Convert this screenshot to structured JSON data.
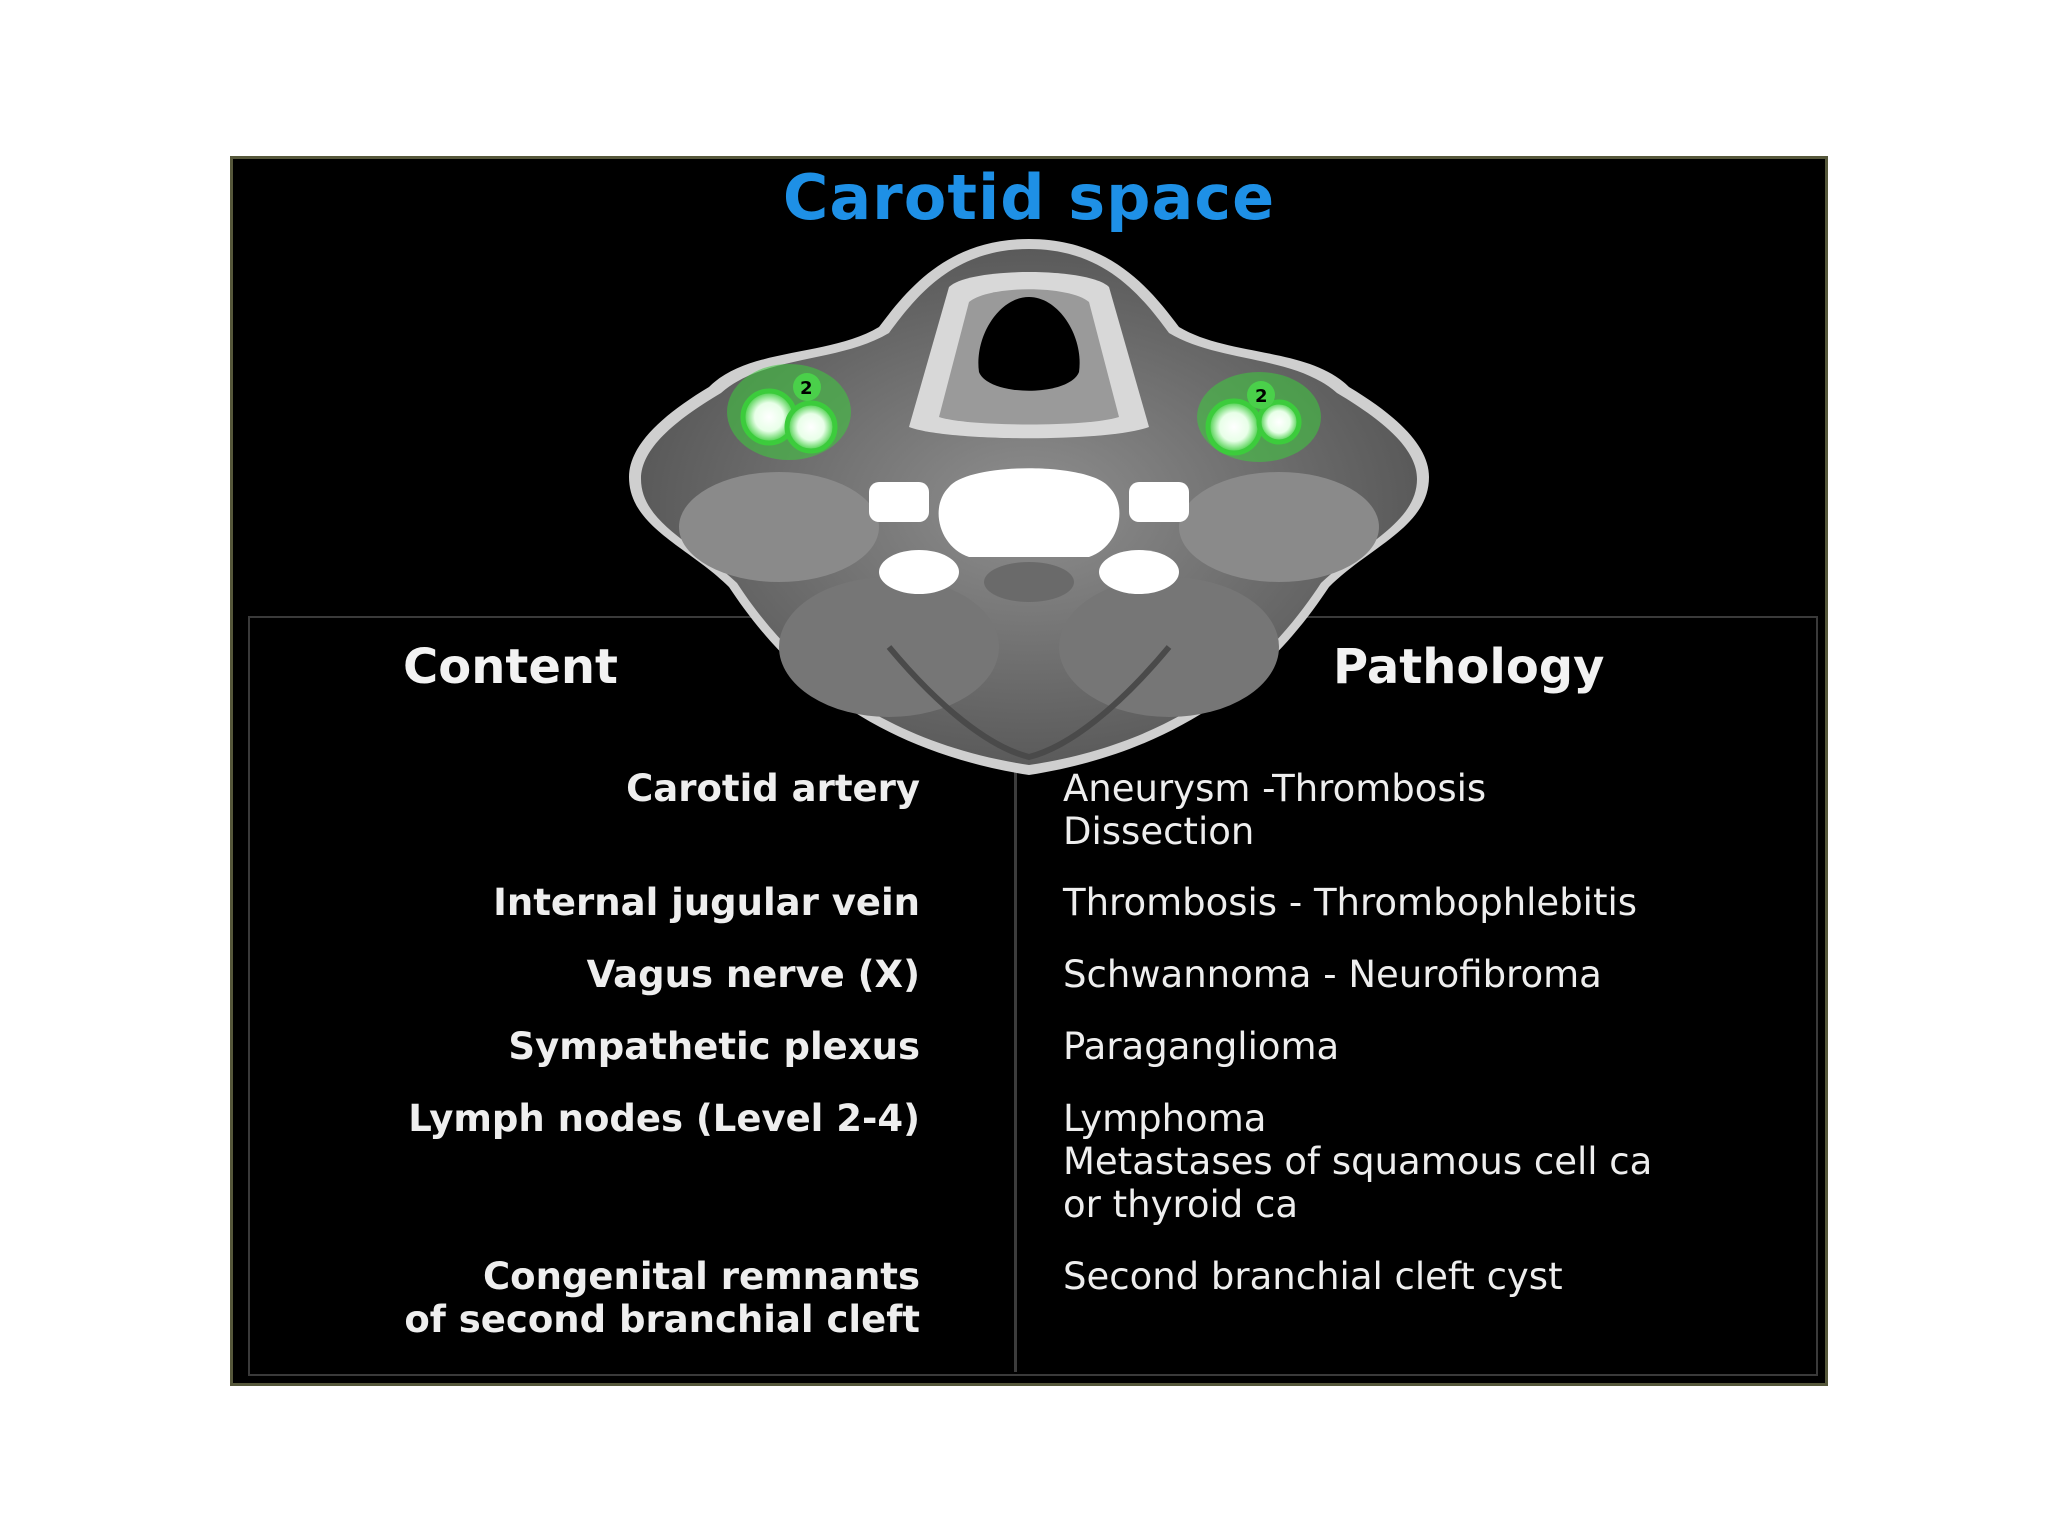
{
  "slide": {
    "title": "Carotid space",
    "marker_label": "2",
    "headers": {
      "content": "Content",
      "pathology": "Pathology"
    },
    "rows": [
      {
        "content": [
          "Carotid artery"
        ],
        "pathology": [
          "Aneurysm -Thrombosis",
          "Dissection"
        ]
      },
      {
        "content": [
          "Internal jugular vein"
        ],
        "pathology": [
          "Thrombosis - Thrombophlebitis"
        ]
      },
      {
        "content": [
          "Vagus nerve (X)"
        ],
        "pathology": [
          "Schwannoma - Neurofibroma"
        ]
      },
      {
        "content": [
          "Sympathetic plexus"
        ],
        "pathology": [
          "Paraganglioma"
        ]
      },
      {
        "content": [
          "Lymph nodes (Level 2-4)"
        ],
        "pathology": [
          "Lymphoma",
          "Metastases of squamous cell ca",
          "or thyroid ca"
        ]
      },
      {
        "content": [
          "Congenital remnants",
          "of second branchial cleft"
        ],
        "pathology": [
          "Second branchial cleft cyst"
        ]
      }
    ],
    "colors": {
      "title": "#1e90e6",
      "highlight": "#3ccc3c",
      "background": "#000000"
    }
  }
}
